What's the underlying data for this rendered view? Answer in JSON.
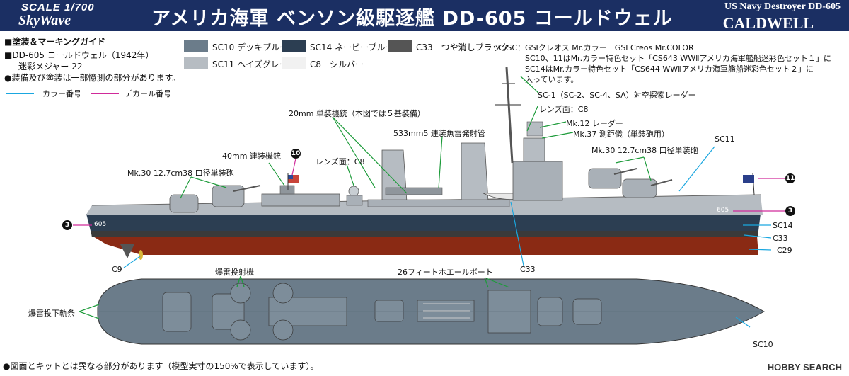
{
  "header": {
    "scale": "SCALE 1/700",
    "brand": "SkyWave",
    "title_jp": "アメリカ海軍 ベンソン級駆逐艦 DD-605 コールドウェル",
    "title_en": "US Navy Destroyer DD-605",
    "ship_name": "CALDWELL"
  },
  "guide": {
    "heading": "■塗装＆マーキングガイド",
    "ship": "■DD-605 コールドウェル（1942年）",
    "camo": "迷彩メジャー 22",
    "note": "●装備及び塗装は一部憶測の部分があります。",
    "legend_color": "カラー番号",
    "legend_decal": "デカール番号"
  },
  "colors": {
    "title_bar": "#1b2f63",
    "sc10": "#6b7c8a",
    "sc14": "#2c3e52",
    "c33": "#555555",
    "sc11": "#b6bcc2",
    "c8": "#f1f1f1",
    "hull_red": "#8a2a14",
    "callout_green": "#1d9b3a",
    "legend_cyan": "#1aa7e0",
    "legend_magenta": "#d02a9a"
  },
  "swatches": [
    {
      "code": "SC10",
      "name": "デッキブルー"
    },
    {
      "code": "SC14",
      "name": "ネービーブルー"
    },
    {
      "code": "C33",
      "name": "つや消しブラック"
    },
    {
      "code": "SC11",
      "name": "ヘイズグレー"
    },
    {
      "code": "C8",
      "name": "シルバー"
    }
  ],
  "paint_note": {
    "line1": "C/SC：GSIクレオス Mr.カラー　GSI Creos Mr.COLOR",
    "line2": "SC10、11はMr.カラー特色セット「CS643 WWⅡアメリカ海軍艦船迷彩色セット１」に",
    "line3": "SC14はMr.カラー特色セット「CS644 WWⅡアメリカ海軍艦船迷彩色セット２」に",
    "line4": "入っています。"
  },
  "callouts": {
    "radar_sc1": "SC-1（SC-2、SC-4、SA）対空探索レーダー",
    "lens_c8_top": "レンズ面：C8",
    "mk12": "Mk.12 レーダー",
    "mk37": "Mk.37 測距儀（単装砲用）",
    "sc11_hull": "SC11",
    "mk30_aft": "Mk.30 12.7cm38 口径単装砲",
    "mk30_fwd": "Mk.30 12.7cm38 口径単装砲",
    "mg20": "20mm 単装機銃（本図では５基装備）",
    "torp": "533mm5 連装魚雷発射管",
    "aa40": "40mm 連装機銃",
    "lens_c8_mid": "レンズ面：C8",
    "decal10": "10",
    "decal11": "11",
    "decal3a": "3",
    "decal3b": "3",
    "hull_num": "605",
    "sc14": "SC14",
    "c33_side": "C33",
    "c29": "C29",
    "c9": "C9",
    "c33_below": "C33",
    "dc_projector": "爆雷投射機",
    "whaleboat": "26フィートホエールボート",
    "dc_rack": "爆雷投下軌条",
    "sc10_deck": "SC10"
  },
  "footer": "●図面とキットとは異なる部分があります（模型実寸の150%で表示しています）。",
  "watermark": "HOBBY SEARCH"
}
